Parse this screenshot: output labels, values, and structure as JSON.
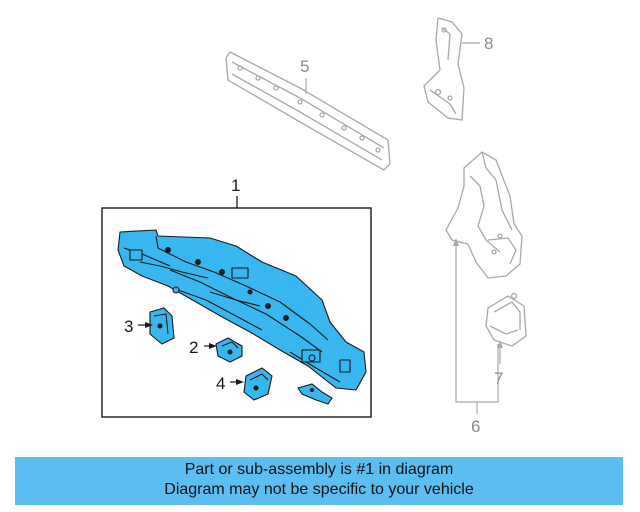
{
  "callouts": {
    "c1": "1",
    "c2": "2",
    "c3": "3",
    "c4": "4",
    "c5": "5",
    "c6": "6",
    "c7": "7",
    "c8": "8"
  },
  "colors": {
    "highlight_fill": "#38b6f0",
    "highlight_stroke": "#1a1a1a",
    "ghost_stroke": "#a8a8a8",
    "banner_bg": "#5bbdf0"
  },
  "banner": {
    "line1": "Part or sub-assembly is #1 in diagram",
    "line2": "Diagram may not be specific to your vehicle"
  }
}
